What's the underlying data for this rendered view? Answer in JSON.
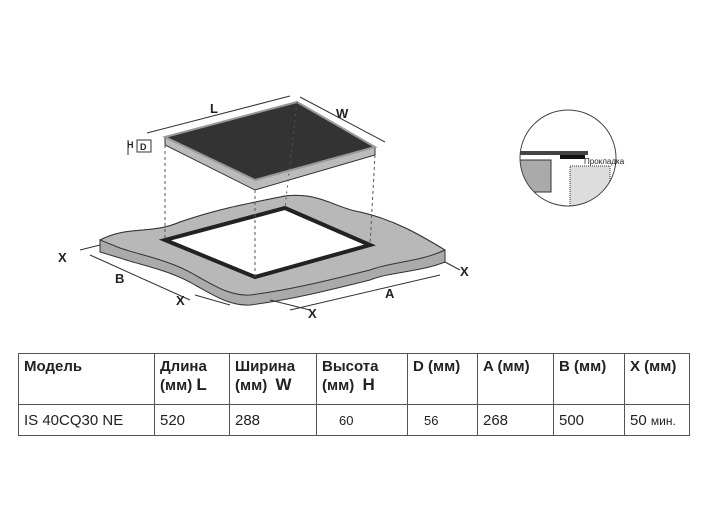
{
  "diagram": {
    "labels": {
      "L": "L",
      "W": "W",
      "H": "H",
      "D": "D",
      "A": "A",
      "B": "B",
      "X": "X"
    },
    "detail_label": "Прокладка"
  },
  "table": {
    "headers": [
      {
        "line1": "Модель",
        "line2": "",
        "unit": ""
      },
      {
        "line1": "Длина",
        "line2": "(мм)",
        "unit": "L"
      },
      {
        "line1": "Ширина",
        "line2": "(мм)",
        "unit": "W"
      },
      {
        "line1": "Высота",
        "line2": "(мм)",
        "unit": "H"
      },
      {
        "line1": "D (мм)",
        "line2": "",
        "unit": ""
      },
      {
        "line1": "A (мм)",
        "line2": "",
        "unit": ""
      },
      {
        "line1": "B (мм)",
        "line2": "",
        "unit": ""
      },
      {
        "line1": "X (мм)",
        "line2": "",
        "unit": ""
      }
    ],
    "row": [
      "IS 40CQ30 NE",
      "520",
      "288",
      "60",
      "56",
      "268",
      "500",
      "50"
    ],
    "x_suffix": "мин."
  }
}
